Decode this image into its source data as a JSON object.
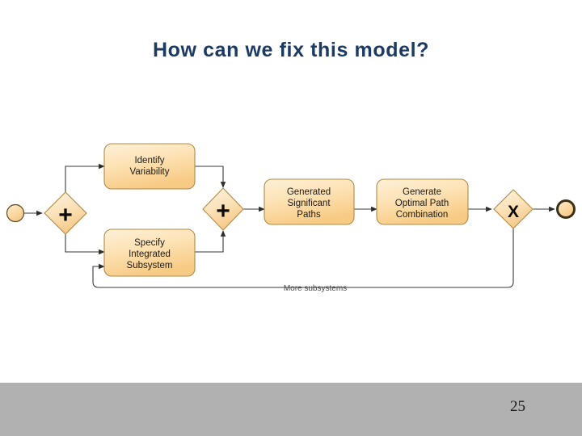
{
  "slide": {
    "title": "How can we fix this model?",
    "page_number": "25",
    "background_color": "#ffffff",
    "title_color": "#1b3b63",
    "footer_color": "#b1b1b1"
  },
  "diagram": {
    "type": "bpmn-process-flow",
    "palette": {
      "node_fill_light": "#fdeccb",
      "node_fill_dark": "#f9cf8b",
      "node_stroke": "#b08a45",
      "connector_stroke": "#3a3a3a",
      "event_fill": "#f9d79a",
      "end_event_stroke": "#3b3118"
    },
    "nodes": [
      {
        "id": "start",
        "kind": "start-event",
        "label": "",
        "shape": "circle"
      },
      {
        "id": "split-gateway",
        "kind": "parallel-gateway",
        "label": "+",
        "shape": "diamond"
      },
      {
        "id": "identify-variability",
        "kind": "task",
        "label": "Identify Variability",
        "shape": "rounded-rect"
      },
      {
        "id": "specify-integrated-subsystem",
        "kind": "task",
        "label": "Specify Integrated Subsystem",
        "shape": "rounded-rect"
      },
      {
        "id": "merge-gateway",
        "kind": "parallel-gateway",
        "label": "+",
        "shape": "diamond"
      },
      {
        "id": "generated-significant-paths",
        "kind": "task",
        "label": "Generated Significant Paths",
        "shape": "rounded-rect"
      },
      {
        "id": "generate-optimal-path-combination",
        "kind": "task",
        "label": "Generate Optimal Path Combination",
        "shape": "rounded-rect"
      },
      {
        "id": "exclusive-gateway",
        "kind": "exclusive-gateway",
        "label": "X",
        "shape": "diamond"
      },
      {
        "id": "end",
        "kind": "end-event",
        "label": "",
        "shape": "circle-thick"
      }
    ],
    "node_text": {
      "identify_variability_line1": "Identify",
      "identify_variability_line2": "Variability",
      "specify_subsystem_line1": "Specify",
      "specify_subsystem_line2": "Integrated",
      "specify_subsystem_line3": "Subsystem",
      "generated_paths_line1": "Generated",
      "generated_paths_line2": "Significant",
      "generated_paths_line3": "Paths",
      "optimal_path_line1": "Generate",
      "optimal_path_line2": "Optimal Path",
      "optimal_path_line3": "Combination",
      "split_gateway_glyph": "+",
      "merge_gateway_glyph": "+",
      "exclusive_gateway_glyph": "X"
    },
    "edges": [
      {
        "from": "start",
        "to": "split-gateway",
        "label": ""
      },
      {
        "from": "split-gateway",
        "to": "identify-variability",
        "label": ""
      },
      {
        "from": "split-gateway",
        "to": "specify-integrated-subsystem",
        "label": ""
      },
      {
        "from": "identify-variability",
        "to": "merge-gateway",
        "label": ""
      },
      {
        "from": "specify-integrated-subsystem",
        "to": "merge-gateway",
        "label": ""
      },
      {
        "from": "merge-gateway",
        "to": "generated-significant-paths",
        "label": ""
      },
      {
        "from": "generated-significant-paths",
        "to": "generate-optimal-path-combination",
        "label": ""
      },
      {
        "from": "generate-optimal-path-combination",
        "to": "exclusive-gateway",
        "label": ""
      },
      {
        "from": "exclusive-gateway",
        "to": "end",
        "label": ""
      },
      {
        "from": "exclusive-gateway",
        "to": "specify-integrated-subsystem",
        "label": "More subsystems"
      }
    ],
    "loop_label": "More subsystems"
  }
}
